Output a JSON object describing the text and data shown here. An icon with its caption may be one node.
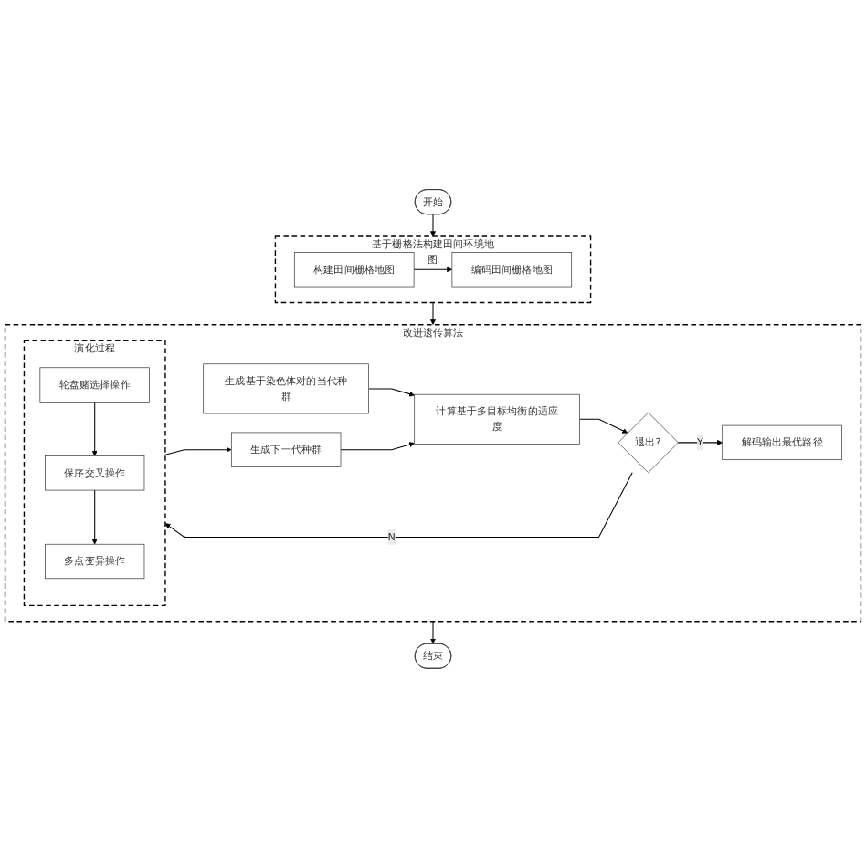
{
  "diagram": {
    "nodes": [
      {
        "text": [
          "开始"
        ]
      },
      {
        "text": [
          "基于栅格法构建田间环境地图"
        ]
      },
      {
        "text": [
          "构建田间栅格地图"
        ],
        "in": 1
      },
      {
        "text": [
          "编码田间栅格地图"
        ],
        "in": 1
      },
      {
        "text": [
          "改进遗传算法"
        ]
      },
      {
        "text": [
          "生成基于染色体对的当代种群"
        ],
        "in": 4
      },
      {
        "text": [
          "生成下一代种群"
        ],
        "in": 4
      },
      {
        "text": [
          "计算基于多目标均衡的适应度"
        ],
        "in": 4
      },
      {
        "text": [
          "退出?"
        ],
        "in": 4
      },
      {
        "text": [
          "演化过程"
        ],
        "in": 4
      },
      {
        "text": [
          "多点变异操作"
        ],
        "in": 9
      },
      {
        "text": [
          "保序交叉操作"
        ],
        "in": 9
      },
      {
        "text": [
          "轮盘赌选择操作"
        ],
        "in": 9
      },
      {
        "text": [
          "解码输出最优路径"
        ],
        "in": 4
      },
      {
        "text": [
          "结束"
        ]
      }
    ],
    "edges": [
      {
        "from": 0,
        "to": 1,
        "arrow": "to"
      },
      {
        "from": 2,
        "to": 3,
        "arrow": "to"
      },
      {
        "from": 1,
        "to": 4,
        "arrow": "to"
      },
      {
        "from": 5,
        "to": 7,
        "arrow": "to"
      },
      {
        "from": 6,
        "to": 7,
        "arrow": "to"
      },
      {
        "from": 7,
        "to": 8,
        "arrow": "to"
      },
      {
        "from": 8,
        "to": 9,
        "arrow": "to",
        "label": "N"
      },
      {
        "from": 8,
        "to": 13,
        "arrow": "to",
        "label": "Y"
      },
      {
        "from": 12,
        "to": 11,
        "arrow": "to"
      },
      {
        "from": 11,
        "to": 10,
        "arrow": "to"
      },
      {
        "from": 9,
        "to": 6,
        "arrow": "to"
      },
      {
        "from": 4,
        "to": 14,
        "arrow": "to"
      }
    ]
  }
}
